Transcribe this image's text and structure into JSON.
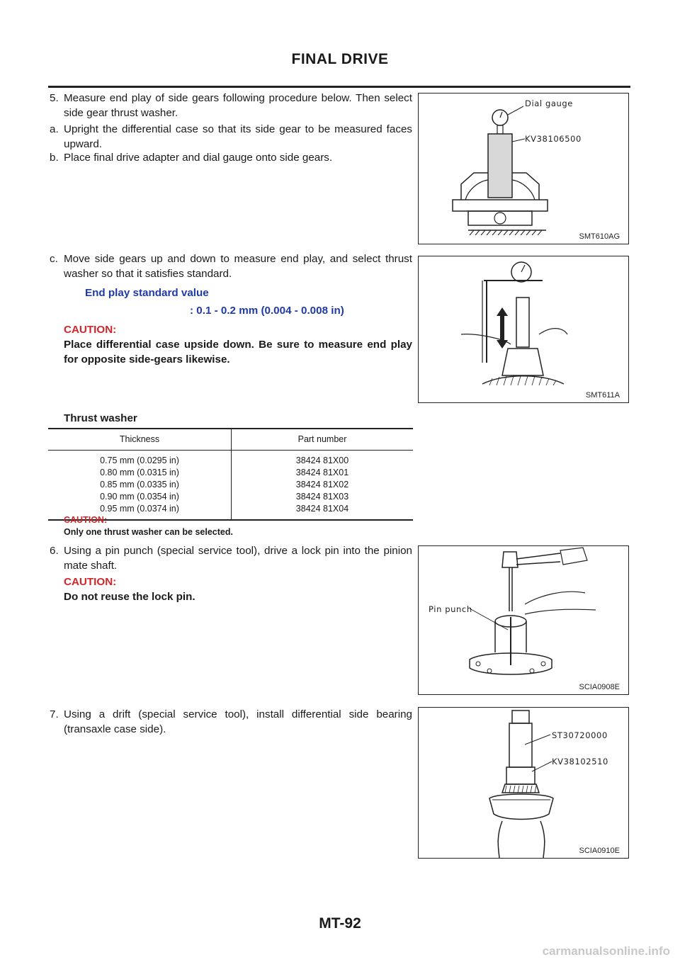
{
  "header": {
    "title": "FINAL DRIVE"
  },
  "steps": {
    "s5": {
      "num": "5.",
      "text": "Measure end play of side gears following procedure below. Then select side gear thrust washer."
    },
    "sa": {
      "num": "a.",
      "text": "Upright the differential case so that its side gear to be measured faces upward."
    },
    "sb": {
      "num": "b.",
      "text": "Place final drive adapter and dial gauge onto side gears."
    },
    "sc": {
      "num": "c.",
      "text": "Move side gears up and down to measure end play, and select thrust washer so that it satisfies standard."
    },
    "s6": {
      "num": "6.",
      "text": "Using a pin punch (special service tool), drive a lock pin into the pinion mate shaft."
    },
    "s7": {
      "num": "7.",
      "text": "Using a drift (special service tool), install differential side bearing (transaxle case side)."
    }
  },
  "spec": {
    "label": "End play standard value",
    "value": ": 0.1 - 0.2 mm (0.004 - 0.008 in)"
  },
  "caution1": {
    "title": "CAUTION:",
    "text": "Place differential case upside down. Be sure to measure end play for opposite side-gears likewise."
  },
  "washer_table": {
    "title": "Thrust washer",
    "headers": [
      "Thickness",
      "Part number"
    ],
    "thickness": "0.75 mm (0.0295 in)\n0.80 mm (0.0315 in)\n0.85 mm (0.0335 in)\n0.90 mm (0.0354 in)\n0.95 mm (0.0374 in)",
    "part_numbers": "38424 81X00\n38424 81X01\n38424 81X02\n38424 81X03\n38424 81X04"
  },
  "caution2": {
    "title": "CAUTION:",
    "text": "Only one thrust washer can be selected."
  },
  "caution3": {
    "title": "CAUTION:",
    "text": "Do not reuse the lock pin."
  },
  "figures": {
    "f1": {
      "code": "SMT610AG",
      "label1": "Dial gauge",
      "label2": "KV38106500"
    },
    "f2": {
      "code": "SMT611A"
    },
    "f3": {
      "code": "SCIA0908E",
      "label1": "Pin punch"
    },
    "f4": {
      "code": "SCIA0910E",
      "label1": "ST30720000",
      "label2": "KV38102510"
    }
  },
  "footer": {
    "page": "MT-92"
  },
  "watermark": "carmanualsonline.info"
}
